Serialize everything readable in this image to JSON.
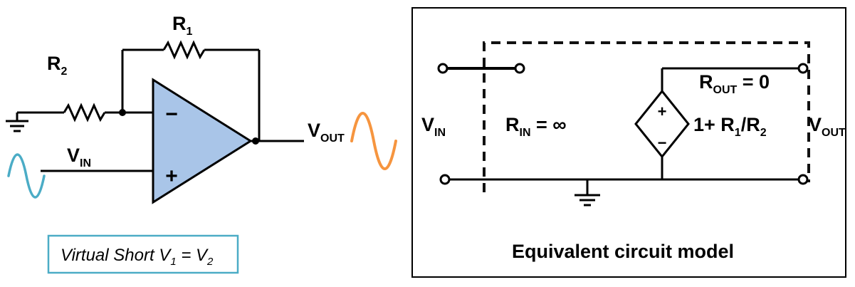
{
  "colors": {
    "opamp_fill": "#a9c5e8",
    "vin_wave": "#4bacc6",
    "vout_wave": "#f6953f",
    "note_border": "#4bacc6"
  },
  "left_circuit": {
    "r1": {
      "base": "R",
      "sub": "1"
    },
    "r2": {
      "base": "R",
      "sub": "2"
    },
    "vin": {
      "base": "V",
      "sub": "IN"
    },
    "vout": {
      "base": "V",
      "sub": "OUT"
    },
    "opamp": {
      "minus": "−",
      "plus": "+"
    },
    "note": {
      "p1": "Virtual Short V",
      "s1": "1",
      "p2": " = V",
      "s2": "2"
    }
  },
  "right_circuit": {
    "vin": {
      "base": "V",
      "sub": "IN"
    },
    "vout": {
      "base": "V",
      "sub": "OUT"
    },
    "rin": {
      "base": "R",
      "sub": "IN",
      "rest": " = ∞"
    },
    "rout": {
      "base": "R",
      "sub": "OUT",
      "rest": " = 0"
    },
    "gain": {
      "p1": "1+ R",
      "s1": "1",
      "p2": "/R",
      "s2": "2"
    },
    "source": {
      "plus": "+",
      "minus": "−"
    },
    "caption": "Equivalent circuit model"
  }
}
